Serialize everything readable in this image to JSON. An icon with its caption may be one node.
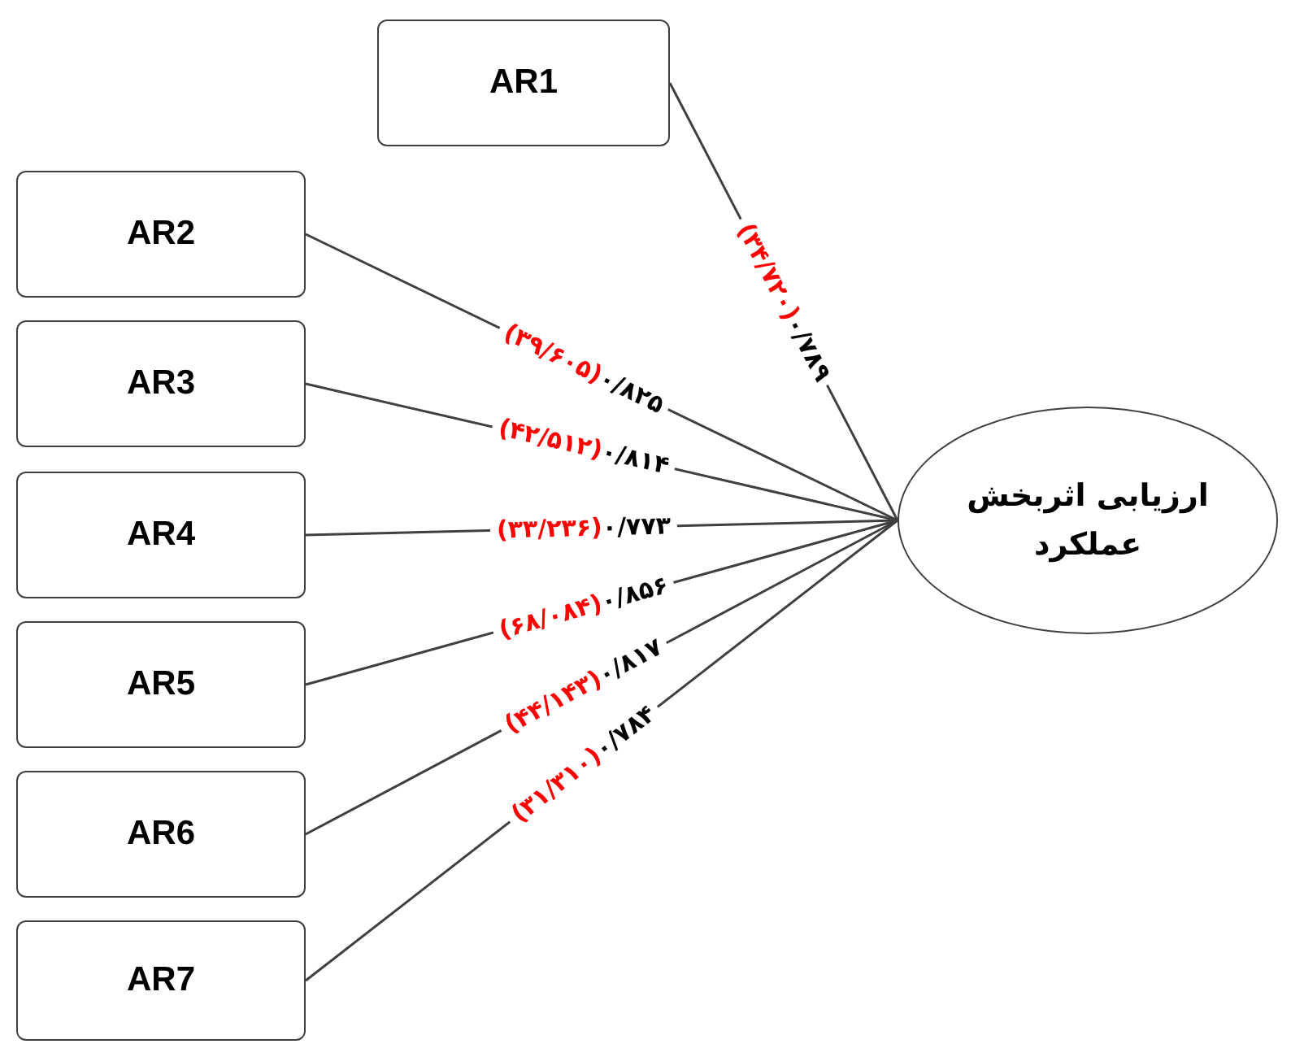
{
  "diagram": {
    "nodes": [
      {
        "text": [
          "AR1"
        ]
      },
      {
        "text": [
          "AR2"
        ]
      },
      {
        "text": [
          "AR3"
        ]
      },
      {
        "text": [
          "AR4"
        ]
      },
      {
        "text": [
          "AR5"
        ]
      },
      {
        "text": [
          "AR6"
        ]
      },
      {
        "text": [
          "AR7"
        ]
      },
      {
        "text": [
          "ارزیابی اثربخش عملکرد"
        ]
      }
    ],
    "edges": [
      {
        "from": 0,
        "to": 7,
        "arrow": "none",
        "label": "(۳۴/۷۲۰)۰/۷۸۹"
      },
      {
        "from": 1,
        "to": 7,
        "arrow": "none",
        "label": "(۳۹/۶۰۵)۰/۸۲۵"
      },
      {
        "from": 2,
        "to": 7,
        "arrow": "none",
        "label": "(۴۲/۵۱۲)۰/۸۱۴"
      },
      {
        "from": 3,
        "to": 7,
        "arrow": "none",
        "label": "(۳۳/۲۳۶)۰/۷۷۳"
      },
      {
        "from": 4,
        "to": 7,
        "arrow": "none",
        "label": "(۶۸/۰۸۴)۰/۸۵۶"
      },
      {
        "from": 5,
        "to": 7,
        "arrow": "none",
        "label": "(۴۴/۱۴۳)۰/۸۱۷"
      },
      {
        "from": 6,
        "to": 7,
        "arrow": "none",
        "label": "(۳۱/۳۱۰)۰/۷۸۴"
      }
    ]
  }
}
